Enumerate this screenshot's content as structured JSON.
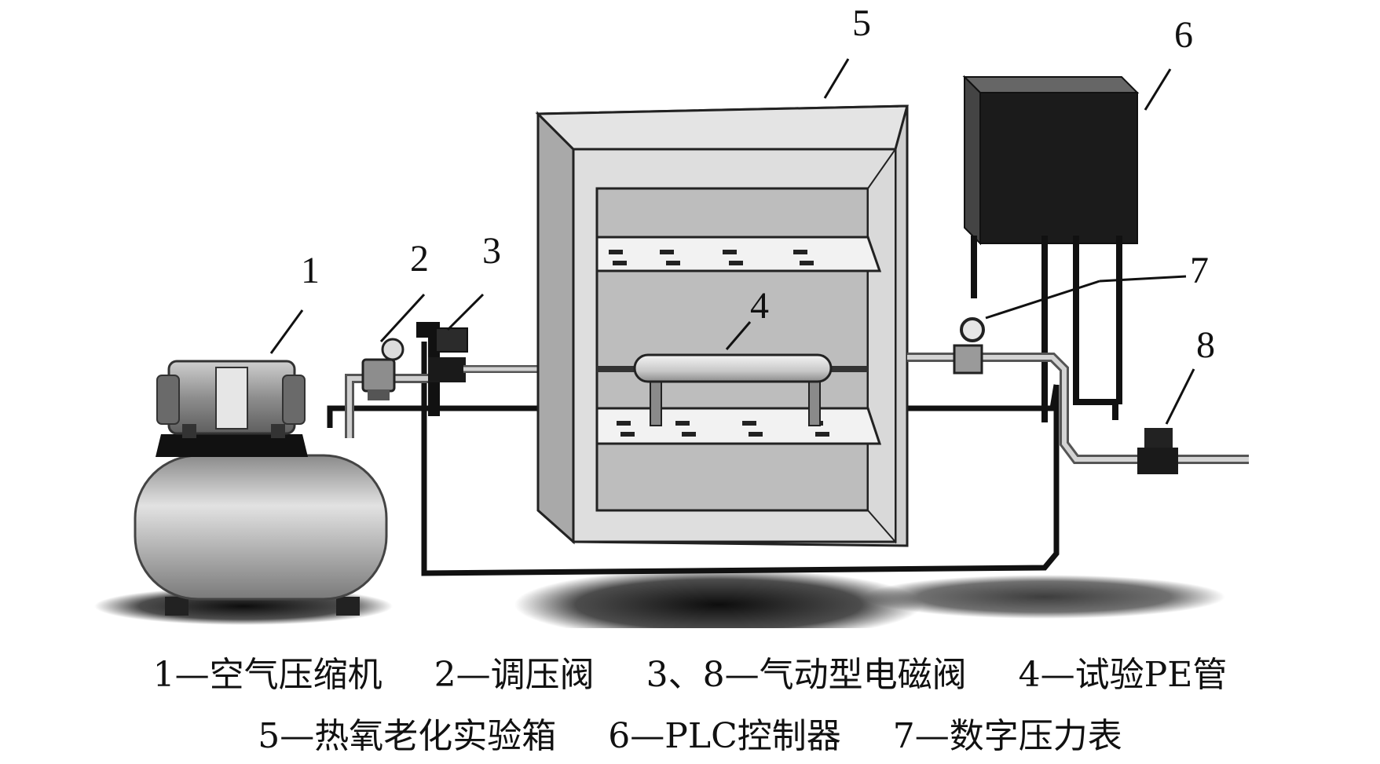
{
  "labels": {
    "l1": "1",
    "l2": "2",
    "l3": "3",
    "l4": "4",
    "l5": "5",
    "l6": "6",
    "l7": "7",
    "l8": "8"
  },
  "legend": {
    "line1": [
      "1—空气压缩机",
      "2—调压阀",
      "3、8—气动型电磁阀",
      "4—试验PE管"
    ],
    "line2": [
      "5—热氧老化实验箱",
      "6—PLC控制器",
      "7—数字压力表"
    ]
  },
  "colors": {
    "ink": "#111111",
    "metal": "#b9b9b9",
    "panel": "#d6d6d6",
    "dark": "#333333",
    "shadow": "#000000"
  }
}
